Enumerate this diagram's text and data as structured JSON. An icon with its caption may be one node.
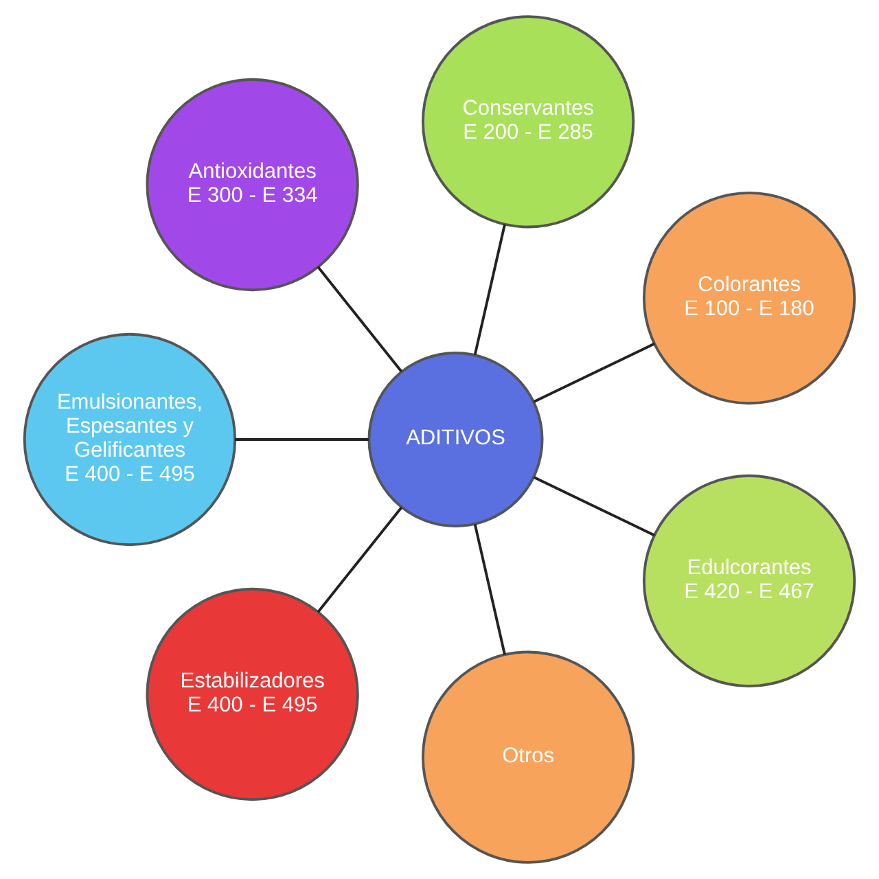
{
  "diagram": {
    "nodes": [
      {
        "text": [
          "ADITIVOS"
        ]
      },
      {
        "text": [
          "Colorantes",
          "E 100 - E 180"
        ]
      },
      {
        "text": [
          "Conservantes",
          "E 200 - E 285"
        ]
      },
      {
        "text": [
          "Antioxidantes",
          "E 300 - E 334"
        ]
      },
      {
        "text": [
          "Emulsionantes, Espesantes y Gelificantes",
          "E 400 - E 495"
        ]
      },
      {
        "text": [
          "Estabilizadores",
          "E 400 - E 495"
        ]
      },
      {
        "text": [
          "Otros"
        ]
      },
      {
        "text": [
          "Edulcorantes",
          "E 420 - E 467"
        ]
      }
    ],
    "edges": [
      {
        "from": 0,
        "to": 1,
        "arrow": "none"
      },
      {
        "from": 0,
        "to": 2,
        "arrow": "none"
      },
      {
        "from": 0,
        "to": 3,
        "arrow": "none"
      },
      {
        "from": 0,
        "to": 4,
        "arrow": "none"
      },
      {
        "from": 0,
        "to": 5,
        "arrow": "none"
      },
      {
        "from": 0,
        "to": 6,
        "arrow": "none"
      },
      {
        "from": 0,
        "to": 7,
        "arrow": "none"
      }
    ]
  }
}
